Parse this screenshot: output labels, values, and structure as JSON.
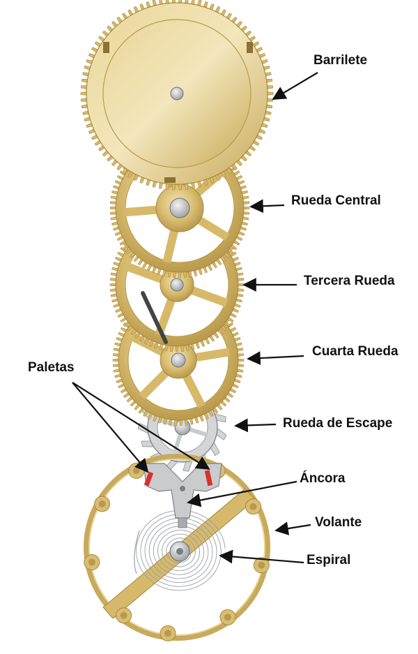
{
  "labels": {
    "barrilete": "Barrilete",
    "rueda_central": "Rueda Central",
    "tercera_rueda": "Tercera Rueda",
    "cuarta_rueda": "Cuarta Rueda",
    "paletas": "Paletas",
    "rueda_escape": "Rueda de Escape",
    "ancora": "Áncora",
    "volante": "Volante",
    "espiral": "Espiral"
  },
  "colors": {
    "brass": "#d7b96a",
    "brass_dark": "#a9883c",
    "brass_light": "#f1dfa6",
    "steel": "#c9cbcd",
    "steel_dark": "#8a8e92",
    "pallet_red": "#d9312b",
    "arrow": "#111111"
  }
}
